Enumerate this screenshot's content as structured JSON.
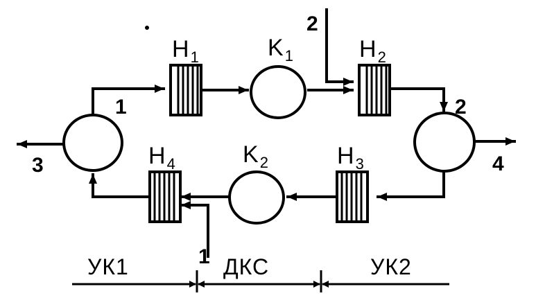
{
  "diagram": {
    "queues": {
      "h1": {
        "letter": "H",
        "sub": "1"
      },
      "h2": {
        "letter": "H",
        "sub": "2"
      },
      "h3": {
        "letter": "H",
        "sub": "3"
      },
      "h4": {
        "letter": "H",
        "sub": "4"
      }
    },
    "channels": {
      "k1": {
        "letter": "K",
        "sub": "1"
      },
      "k2": {
        "letter": "K",
        "sub": "2"
      }
    },
    "node_labels": {
      "left": "1",
      "right": "2"
    },
    "flow_labels": {
      "input_top": "2",
      "input_bottom": "1",
      "output_left": "3",
      "output_right": "4"
    },
    "segments": {
      "left": "УК1",
      "middle": "ДКС",
      "right": "УК2"
    }
  }
}
